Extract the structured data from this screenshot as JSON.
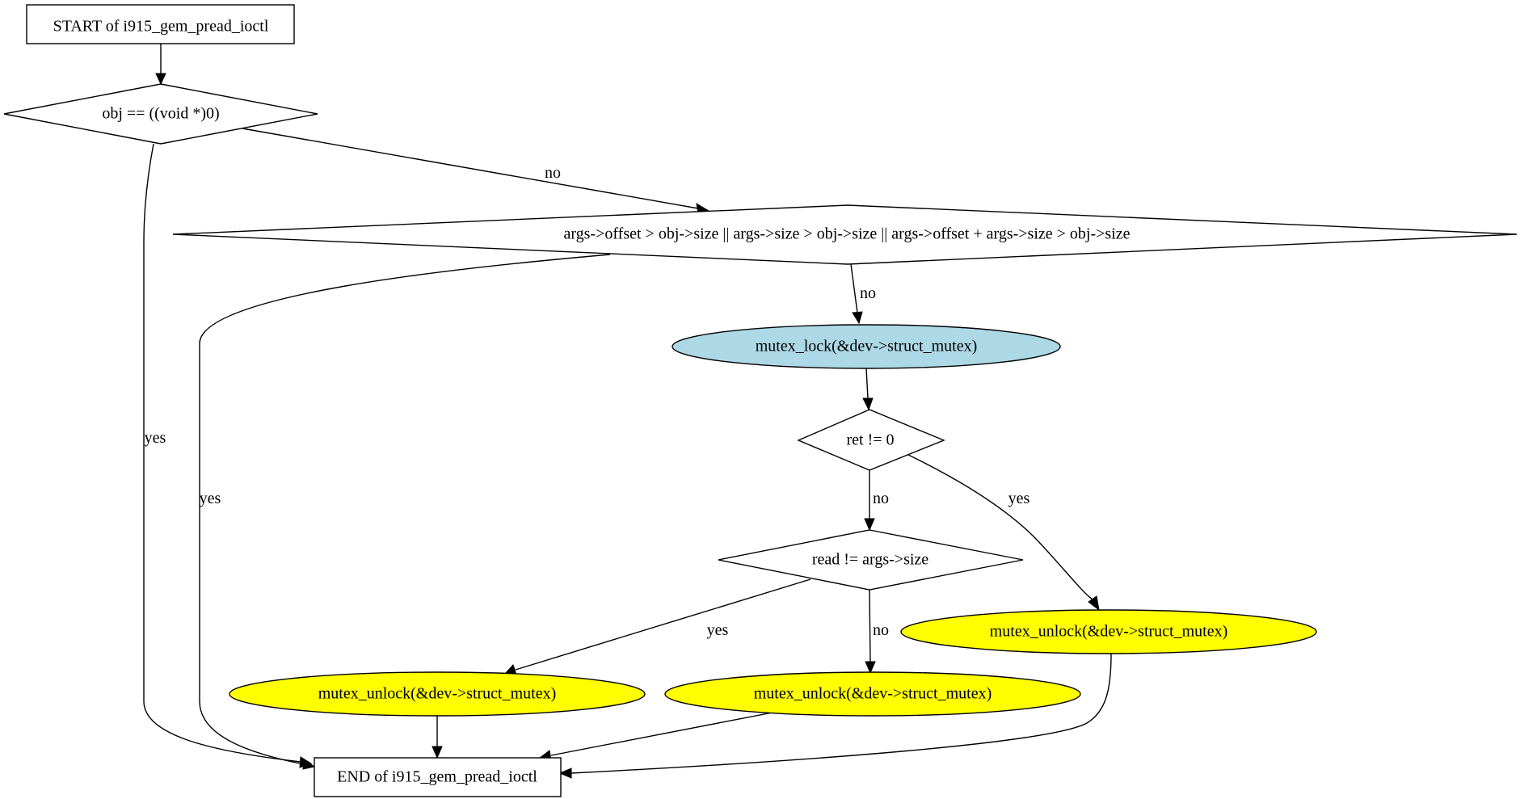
{
  "nodes": {
    "start": "START of i915_gem_pread_ioctl",
    "cond_obj_null": "obj == ((void *)0)",
    "cond_range": "args->offset > obj->size || args->size > obj->size || args->offset + args->size > obj->size",
    "mutex_lock": "mutex_lock(&dev->struct_mutex)",
    "cond_ret": "ret != 0",
    "cond_read": "read != args->size",
    "unlock_ret": "mutex_unlock(&dev->struct_mutex)",
    "unlock_read_yes": "mutex_unlock(&dev->struct_mutex)",
    "unlock_read_no": "mutex_unlock(&dev->struct_mutex)",
    "end": "END of i915_gem_pread_ioctl"
  },
  "edge_labels": {
    "obj_no": "no",
    "obj_yes": "yes",
    "range_no": "no",
    "range_yes": "yes",
    "ret_no": "no",
    "ret_yes": "yes",
    "read_yes": "yes",
    "read_no": "no"
  },
  "colors": {
    "mutex_lock_fill": "#add8e6",
    "mutex_unlock_fill": "#ffff00",
    "default_fill": "#ffffff"
  }
}
